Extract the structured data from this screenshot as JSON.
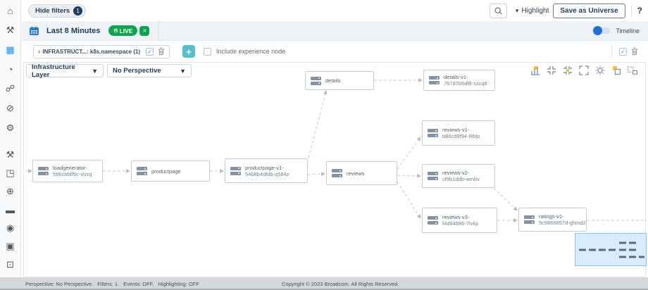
{
  "sidebar": {
    "top_icons": [
      {
        "name": "home-icon",
        "glyph": "⌂"
      },
      {
        "name": "automation-icon",
        "glyph": "⚒"
      },
      {
        "name": "map-icon",
        "glyph": "▦"
      },
      {
        "name": "dashboard-gauge-icon",
        "glyph": "◔"
      },
      {
        "name": "analytics-search-icon",
        "glyph": "☍"
      },
      {
        "name": "no-perspective-icon",
        "glyph": "⊘"
      },
      {
        "name": "settings-gear-icon",
        "glyph": "⚙"
      }
    ],
    "bottom_icons": [
      {
        "name": "robot-icon",
        "glyph": "⚒"
      },
      {
        "name": "cube-icon",
        "glyph": "◳"
      },
      {
        "name": "globe-icon",
        "glyph": "⊕"
      },
      {
        "name": "folder-icon",
        "glyph": "▬"
      },
      {
        "name": "bell-icon",
        "glyph": "◉"
      },
      {
        "name": "package-icon",
        "glyph": "▣"
      },
      {
        "name": "screen-share-icon",
        "glyph": "⊡"
      },
      {
        "name": "cluster-icon",
        "glyph": "∴"
      }
    ]
  },
  "topbar": {
    "hide_filters_label": "Hide filters",
    "filters_count": "1",
    "highlight_label": "Highlight",
    "highlight_caret": "▾",
    "save_button_label": "Save as Universe",
    "help_label": "?"
  },
  "timebar": {
    "range_label": "Last 8 Minutes",
    "live_label": "LIVE",
    "live_beacon": "((•))",
    "live_close": "✕",
    "timeline_label": "Timeline"
  },
  "filter_row": {
    "chip_chevron": "›",
    "chip_label": "INFRASTRUCT...: k8s.namespace (1)",
    "chip_checked": "✓",
    "add_label": "+",
    "include_label": "Include experience node",
    "right_checked": "✓"
  },
  "controls": {
    "layer_dropdown": "Infrastructure Layer",
    "perspective_dropdown": "No Perspective",
    "dropdown_caret": "▼"
  },
  "canvas_toolbar_icons": [
    "chart-icon",
    "collapse-icon",
    "fit-selection-icon",
    "expand-icon",
    "layout-gear-icon",
    "group-node-icon",
    "lasso-select-icon"
  ],
  "graph": {
    "nodes": [
      {
        "id": "loadgenerator",
        "line1": "loadgenerator-",
        "line2": "596cbfdf9c-vtzrq"
      },
      {
        "id": "productpage",
        "line1": "productpage"
      },
      {
        "id": "productpage-v1",
        "line1": "productpage-v1-",
        "line2": "54b8b4dfdb-q584z"
      },
      {
        "id": "details",
        "line1": "details"
      },
      {
        "id": "details-v1",
        "line1": "details-v1-",
        "line2": "767d7b5df8-szcq8"
      },
      {
        "id": "reviews",
        "line1": "reviews"
      },
      {
        "id": "reviews-v1",
        "line1": "reviews-v1-",
        "line2": "b86cd9f94-l8blp"
      },
      {
        "id": "reviews-v2",
        "line1": "reviews-v2-",
        "line2": "cf9b1ddb-wmbv"
      },
      {
        "id": "reviews-v3",
        "line1": "reviews-v3-",
        "line2": "f4d84886-7lvkp"
      },
      {
        "id": "ratings-v1",
        "line1": "ratings-v1-",
        "line2": "5c9869857d-ghmd2"
      }
    ]
  },
  "statusbar": {
    "perspective": "Perspective: No Perspective.",
    "filters": "Filters: 1.",
    "events": "Events: OFF.",
    "highlighting": "Highlighting: OFF",
    "copyright": "Copyright © 2023 Broadcom. All Rights Reserved."
  },
  "colors": {
    "accent_blue": "#1e90ff",
    "live_green": "#0fa351",
    "teal_add": "#53c0ce",
    "navy_text": "#1f3c59",
    "minimap_blue": "#d9ecfb"
  }
}
